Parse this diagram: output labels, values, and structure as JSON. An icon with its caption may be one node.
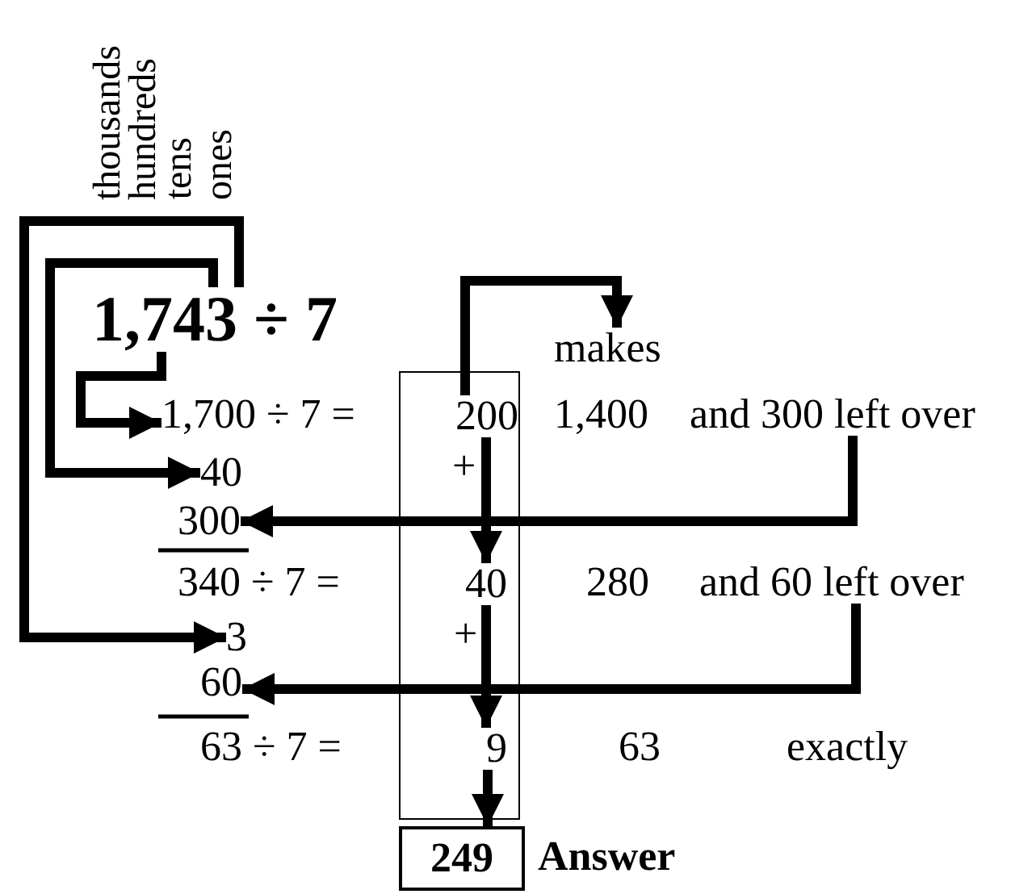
{
  "diagram": {
    "nodes": [
      {
        "text": [
          "1,743 ÷ 7"
        ]
      },
      {
        "text": [
          "makes"
        ]
      },
      {
        "text": [
          "1,700 ÷ 7 ="
        ]
      },
      {
        "text": [],
        "shape": "box"
      },
      {
        "text": [
          "200"
        ],
        "in": 3
      },
      {
        "text": [
          "and 300 left over"
        ]
      },
      {
        "text": [
          "40"
        ]
      },
      {
        "text": [
          "300"
        ]
      },
      {
        "text": [
          "340 ÷ 7 ="
        ]
      },
      {
        "text": [
          "40"
        ],
        "in": 3
      },
      {
        "text": [
          "and 60 left over"
        ]
      },
      {
        "text": [
          "3"
        ]
      },
      {
        "text": [
          "60"
        ]
      },
      {
        "text": [
          "63 ÷ 7 ="
        ]
      },
      {
        "text": [
          "9"
        ],
        "in": 3
      },
      {
        "text": [
          "249"
        ],
        "beside": [
          "Answer"
        ]
      }
    ],
    "edges": [
      {
        "from": 0,
        "to": 2,
        "arrow": "to"
      },
      {
        "from": 0,
        "to": 6,
        "arrow": "to"
      },
      {
        "from": 0,
        "to": 11,
        "arrow": "to"
      },
      {
        "from": 4,
        "to": 1,
        "arrow": "to"
      },
      {
        "from": 5,
        "to": 7,
        "arrow": "to"
      },
      {
        "from": 4,
        "to": 9,
        "arrow": "to",
        "label": "+"
      },
      {
        "from": 10,
        "to": 12,
        "arrow": "to"
      },
      {
        "from": 9,
        "to": 14,
        "arrow": "to",
        "label": "+"
      },
      {
        "from": 14,
        "to": 15,
        "arrow": "to"
      }
    ],
    "labels": [
      "thousands",
      "hundreds",
      "tens",
      "ones",
      "1,400",
      "280",
      "63",
      "exactly"
    ]
  }
}
